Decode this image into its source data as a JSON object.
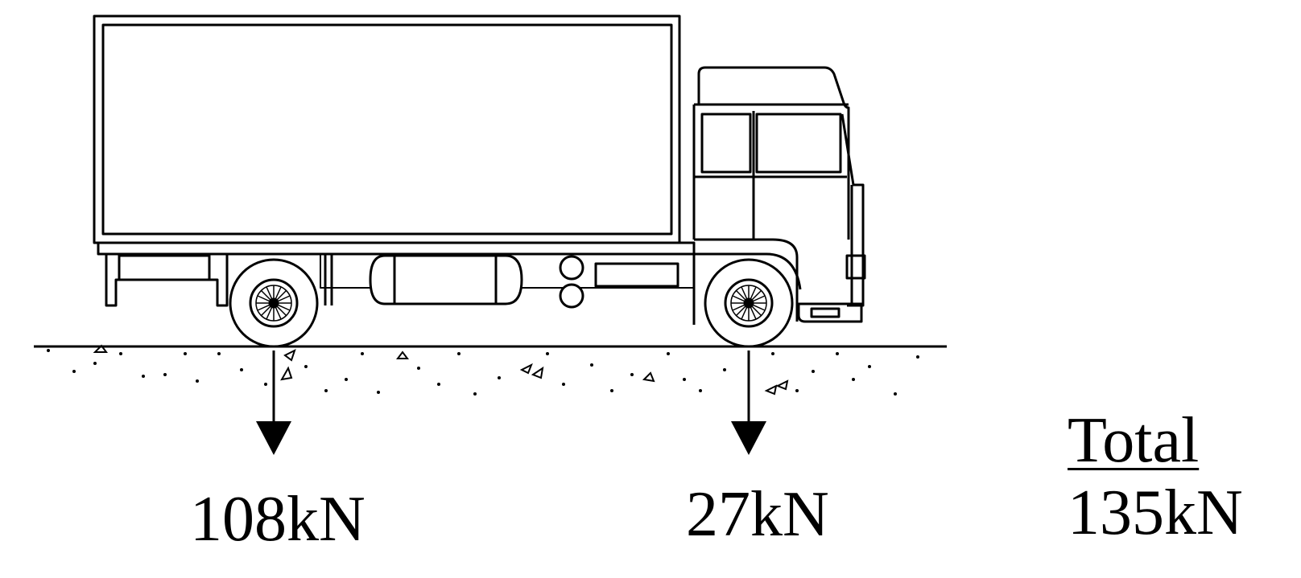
{
  "loads": {
    "rear_axle": "108kN",
    "front_axle": "27kN"
  },
  "total": {
    "title": "Total",
    "value": "135kN"
  },
  "colors": {
    "ink": "#000000",
    "background": "#ffffff"
  }
}
